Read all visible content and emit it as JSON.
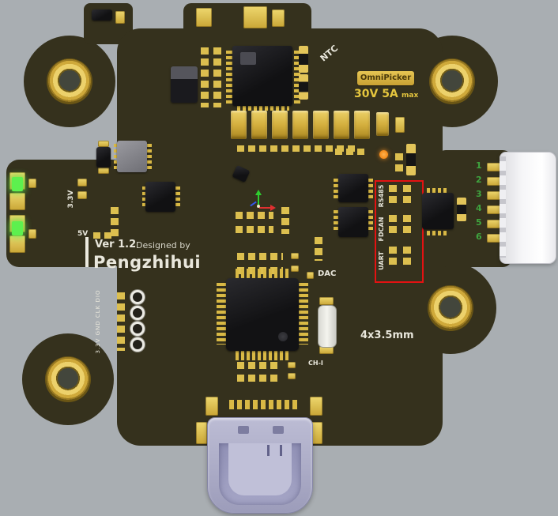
{
  "scene": {
    "background_color": "#a9aeb2",
    "board_color": "#35311d",
    "gold_color": "#d9b945",
    "accent_red": "#e31212",
    "led_green": "#5df04e",
    "pin_number_green": "#3fa53f",
    "orange_led": "#f07800",
    "usb_shell_color": "#b0b0ca"
  },
  "silkscreen": {
    "ntc": "NTC",
    "brand": "OmniPicker",
    "rating": "30V 5A",
    "rating_max": "max",
    "rail_3v3": "3.3V",
    "rail_5v": "5V",
    "version": "Ver 1.2",
    "designed_by": "Designed by",
    "designer": "Pengzhihui",
    "dac": "DAC",
    "ch1": "CH-I",
    "hole_size": "4x3.5mm",
    "debug_header": "3.3V GND CLK DIO"
  },
  "interface_block": {
    "labels": [
      "RS485",
      "FDCAN",
      "UART"
    ]
  },
  "side_connector": {
    "pin_numbers": [
      "1",
      "2",
      "3",
      "4",
      "5",
      "6"
    ]
  }
}
